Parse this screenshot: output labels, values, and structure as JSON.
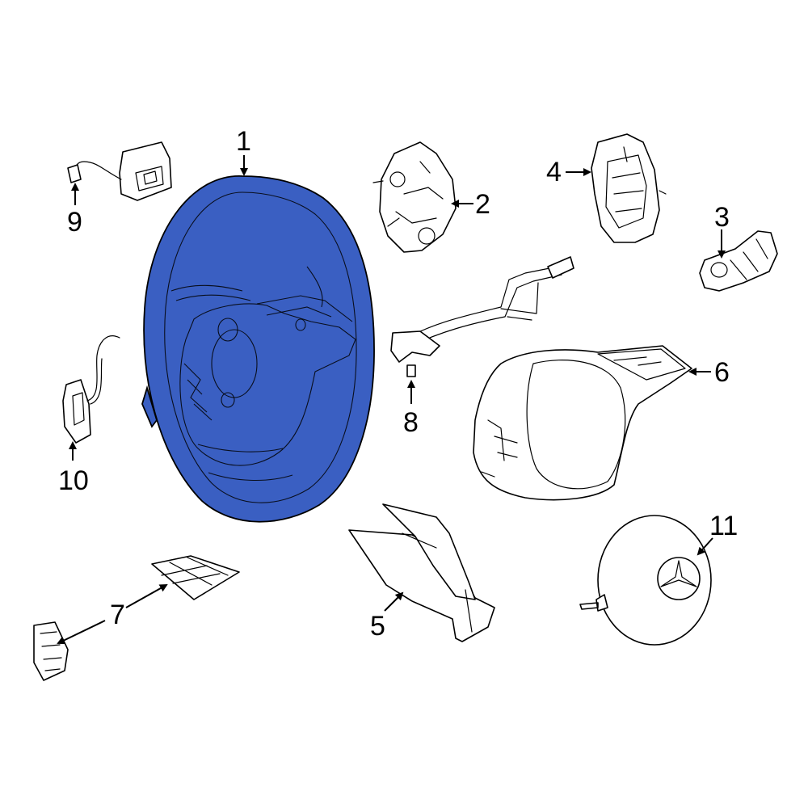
{
  "highlight_color": "#3a5fc2",
  "line_color": "#000000",
  "background_color": "#ffffff",
  "callouts": {
    "c1": "1",
    "c2": "2",
    "c3": "3",
    "c4": "4",
    "c5": "5",
    "c6": "6",
    "c7": "7",
    "c8": "8",
    "c9": "9",
    "c10": "10",
    "c11": "11"
  }
}
